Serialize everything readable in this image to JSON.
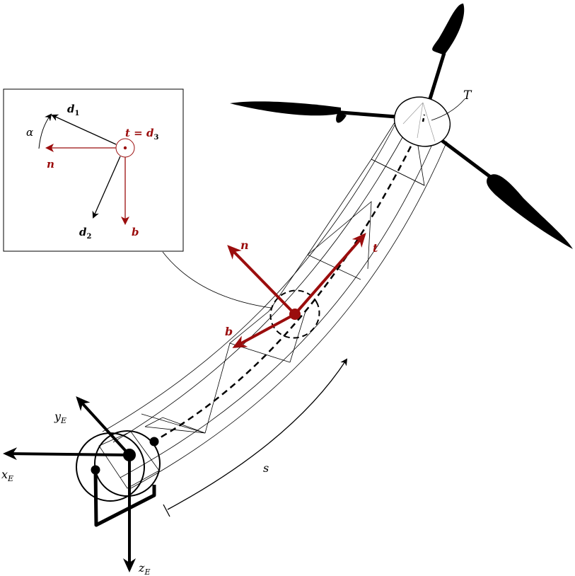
{
  "colors": {
    "frame_red": "#9b0d0d",
    "ink": "#000000"
  },
  "inset": {
    "d1": "d",
    "d1_sub": "1",
    "t_eq_d3": "t = d",
    "d3_sub": "3",
    "alpha": "α",
    "n": "n",
    "d2": "d",
    "d2_sub": "2",
    "b": "b"
  },
  "main": {
    "turbine_label": "T",
    "n": "n",
    "t": "t",
    "b": "b",
    "arc_length": "s"
  },
  "earth_frame": {
    "x": "x",
    "x_sub": "E",
    "y": "y",
    "y_sub": "E",
    "z": "z",
    "z_sub": "E"
  }
}
